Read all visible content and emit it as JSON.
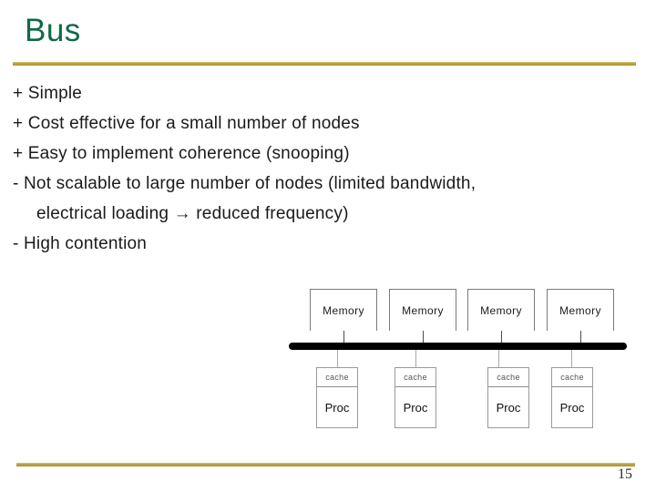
{
  "slide": {
    "title": "Bus",
    "page_number": "15"
  },
  "body": {
    "lines": [
      {
        "text": "+ Simple",
        "indent": false
      },
      {
        "text": "+ Cost effective for a small number of nodes",
        "indent": false
      },
      {
        "text": "+ Easy to implement coherence (snooping)",
        "indent": false
      },
      {
        "text": "- Not scalable to large number of nodes (limited bandwidth,",
        "indent": false
      },
      {
        "text": "electrical loading → reduced frequency)",
        "indent": true
      },
      {
        "text": "- High contention",
        "indent": false
      }
    ]
  },
  "diagram": {
    "memory_label": "Memory",
    "cache_label": "cache",
    "proc_label": "Proc",
    "node_count": 4,
    "bus_description": "shared bus connecting 4 Memory modules (above) to 4 cache+Proc nodes (below)"
  },
  "colors": {
    "title_green": "#0E6945",
    "gold_rule": "#B99C3B",
    "bus_black": "#000000"
  }
}
